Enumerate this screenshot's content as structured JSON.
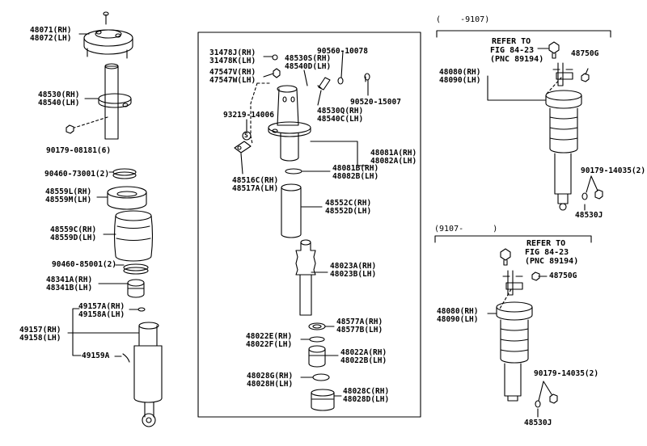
{
  "diagram": {
    "left_column": [
      {
        "key": "p48071",
        "lines": [
          "48071(RH)",
          "48072(LH)"
        ]
      },
      {
        "key": "p48530",
        "lines": [
          "48530(RH)",
          "48540(LH)"
        ]
      },
      {
        "key": "p90179a",
        "lines": [
          "90179-08181(6)"
        ]
      },
      {
        "key": "p90460a",
        "lines": [
          "90460-73001(2)"
        ]
      },
      {
        "key": "p48559L",
        "lines": [
          "48559L(RH)",
          "48559M(LH)"
        ]
      },
      {
        "key": "p48559C",
        "lines": [
          "48559C(RH)",
          "48559D(LH)"
        ]
      },
      {
        "key": "p90460b",
        "lines": [
          "90460-85001(2)"
        ]
      },
      {
        "key": "p48341",
        "lines": [
          "48341A(RH)",
          "48341B(LH)"
        ]
      },
      {
        "key": "p49157A",
        "lines": [
          "49157A(RH)",
          "49158A(LH)"
        ]
      },
      {
        "key": "p49157",
        "lines": [
          "49157(RH)",
          "49158(LH)"
        ]
      },
      {
        "key": "p49159",
        "lines": [
          "49159A"
        ]
      }
    ],
    "center_box": [
      {
        "key": "p31478",
        "lines": [
          "31478J(RH)",
          "31478K(LH)"
        ]
      },
      {
        "key": "p47547",
        "lines": [
          "47547V(RH)",
          "47547W(LH)"
        ]
      },
      {
        "key": "p90560",
        "lines": [
          "90560-10078"
        ]
      },
      {
        "key": "p48530S",
        "lines": [
          "48530S(RH)",
          "48540D(LH)"
        ]
      },
      {
        "key": "p90520",
        "lines": [
          "90520-15007"
        ]
      },
      {
        "key": "p48530Q",
        "lines": [
          "48530Q(RH)",
          "48540C(LH)"
        ]
      },
      {
        "key": "p93219",
        "lines": [
          "93219-14006"
        ]
      },
      {
        "key": "pS",
        "lines": [
          "S"
        ]
      },
      {
        "key": "p48081A",
        "lines": [
          "48081A(RH)",
          "48082A(LH)"
        ]
      },
      {
        "key": "p48081B",
        "lines": [
          "48081B(RH)",
          "48082B(LH)"
        ]
      },
      {
        "key": "p48516",
        "lines": [
          "48516C(RH)",
          "48517A(LH)"
        ]
      },
      {
        "key": "p48552",
        "lines": [
          "48552C(RH)",
          "48552D(LH)"
        ]
      },
      {
        "key": "p48023",
        "lines": [
          "48023A(RH)",
          "48023B(LH)"
        ]
      },
      {
        "key": "p48577",
        "lines": [
          "48577A(RH)",
          "48577B(LH)"
        ]
      },
      {
        "key": "p48022E",
        "lines": [
          "48022E(RH)",
          "48022F(LH)"
        ]
      },
      {
        "key": "p48022A",
        "lines": [
          "48022A(RH)",
          "48022B(LH)"
        ]
      },
      {
        "key": "p48028G",
        "lines": [
          "48028G(RH)",
          "48028H(LH)"
        ]
      },
      {
        "key": "p48028C",
        "lines": [
          "48028C(RH)",
          "48028D(LH)"
        ]
      }
    ],
    "upper_right": {
      "period": "(    -9107)",
      "refer": [
        "REFER TO",
        "FIG 84-23",
        "(PNC 89194)"
      ],
      "labels": [
        {
          "key": "p48750G",
          "lines": [
            "48750G"
          ]
        },
        {
          "key": "p48080",
          "lines": [
            "48080(RH)",
            "48090(LH)"
          ]
        },
        {
          "key": "p90179b",
          "lines": [
            "90179-14035(2)"
          ]
        },
        {
          "key": "p48530J",
          "lines": [
            "48530J"
          ]
        }
      ]
    },
    "lower_right": {
      "period": "(9107-      )",
      "refer": [
        "REFER TO",
        "FIG 84-23",
        "(PNC 89194)"
      ],
      "labels": [
        {
          "key": "p48750G2",
          "lines": [
            "48750G"
          ]
        },
        {
          "key": "p48080b",
          "lines": [
            "48080(RH)",
            "48090(LH)"
          ]
        },
        {
          "key": "p90179c",
          "lines": [
            "90179-14035(2)"
          ]
        },
        {
          "key": "p48530J2",
          "lines": [
            "48530J"
          ]
        }
      ]
    }
  }
}
